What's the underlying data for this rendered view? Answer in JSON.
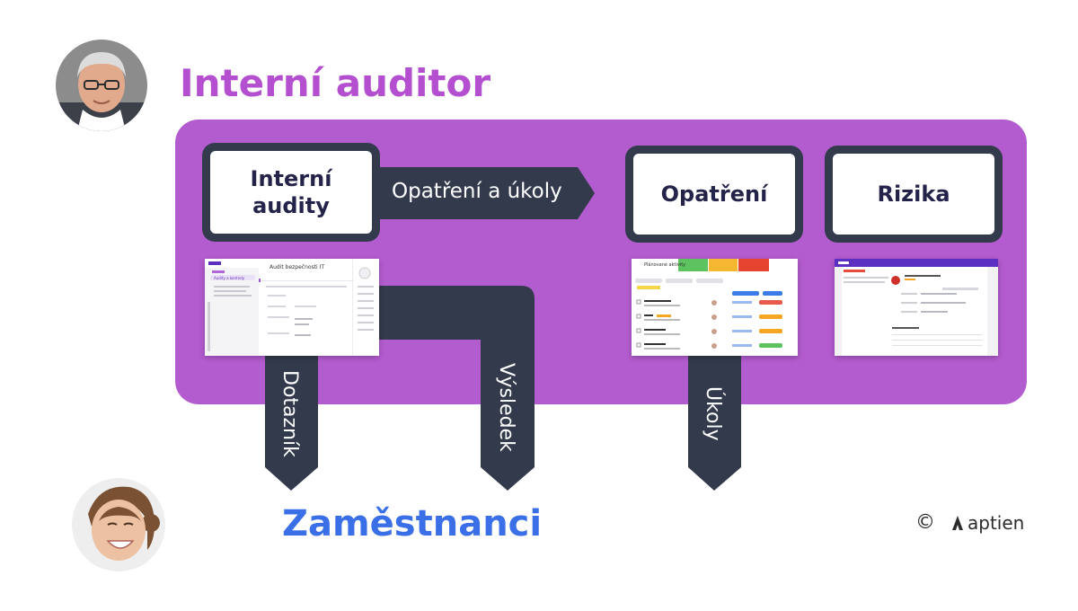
{
  "roles": {
    "auditor": "Interní auditor",
    "employees": "Zaměstnanci"
  },
  "modules": {
    "internal_audits": [
      "Interní",
      "audity"
    ],
    "measures": "Opatření",
    "risks": "Rizika"
  },
  "flows": {
    "measures_and_tasks": "Opatření a úkoly",
    "questionnaire": "Dotazník",
    "result": "Výsledek",
    "tasks": "Úkoly"
  },
  "footer": {
    "copyright": "©",
    "brand": "aptien"
  },
  "colors": {
    "panel": "#b35ccf",
    "dark": "#323a4c",
    "auditor_title": "#b44fd0",
    "employees_title": "#3a6fe8"
  },
  "screenshots": {
    "audit_title": "Audit bezpečnosti IT",
    "audit_nav": "Audity a kontroly",
    "activities_title": "Plánované aktivity"
  }
}
